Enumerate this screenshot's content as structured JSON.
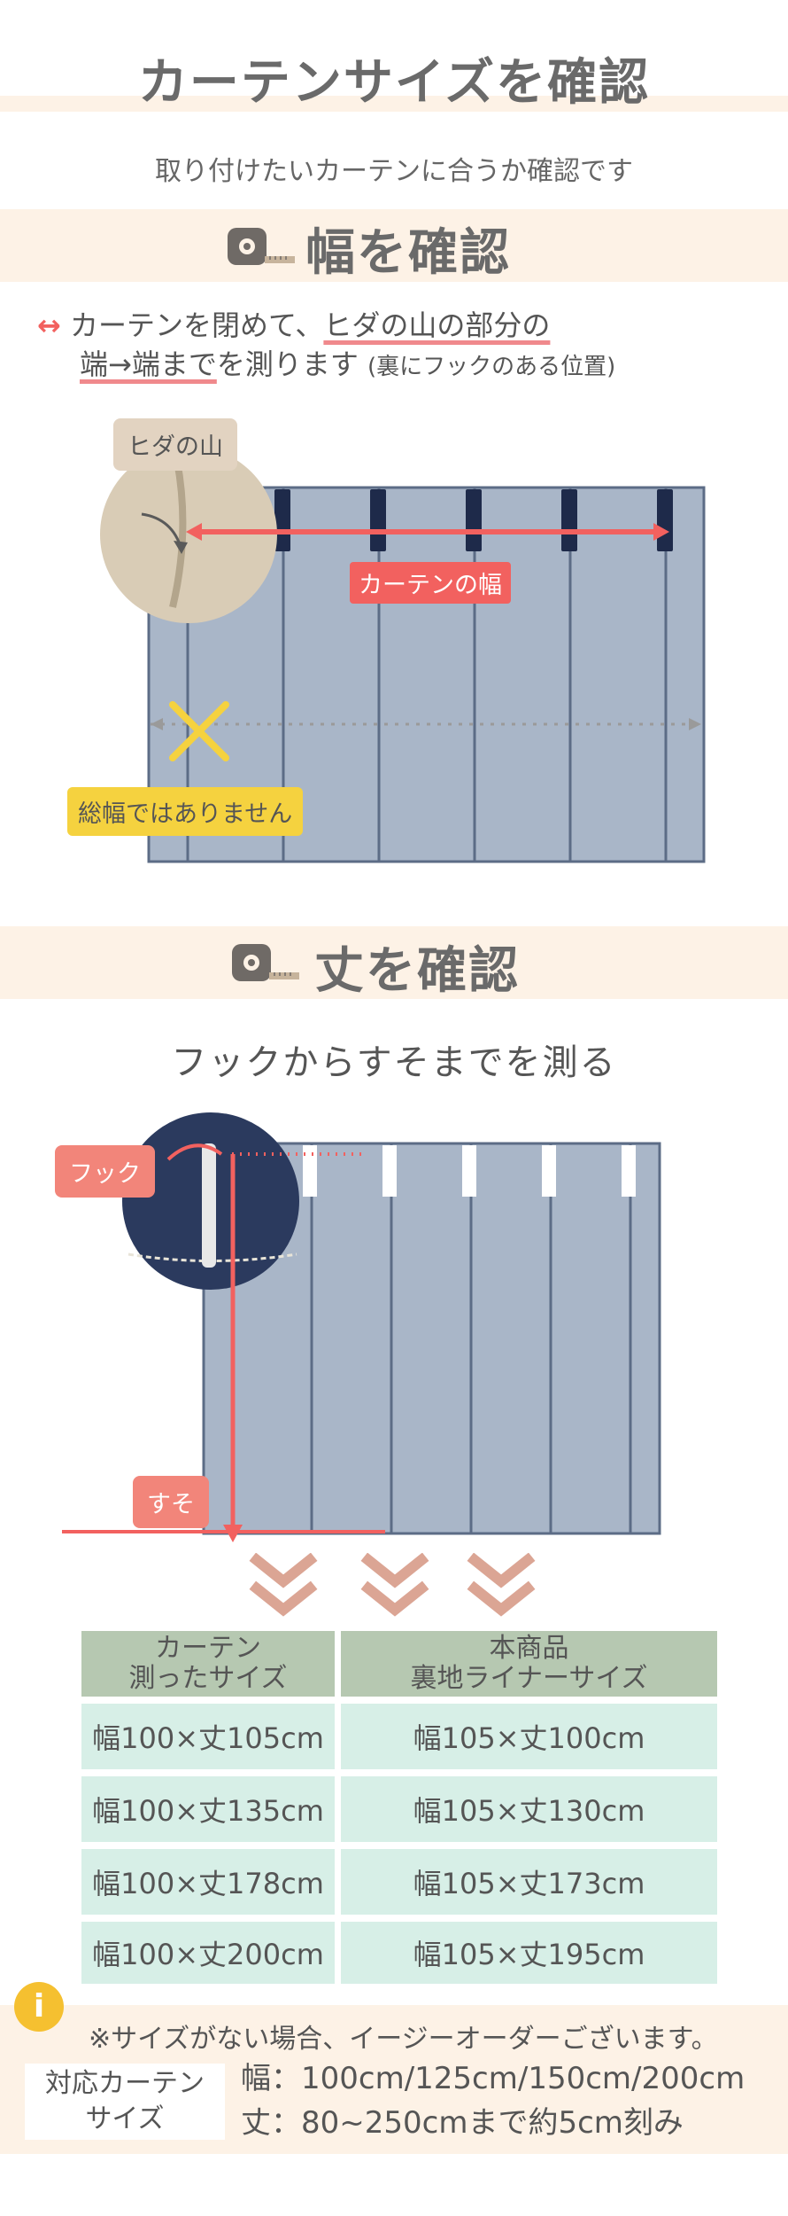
{
  "header": {
    "title": "カーテンサイズを確認",
    "subtitle": "取り付けたいカーテンに合うか確認です"
  },
  "width_section": {
    "title": "幅を確認",
    "instruction": {
      "arrow": "↔",
      "part1": "カーテンを閉めて、",
      "highlight1": "ヒダの山の部分の",
      "highlight2": "端→端まで",
      "part2": "を測ります",
      "note": "(裏にフックのある位置)"
    },
    "pleat_label": "ヒダの山",
    "curtain_width_label": "カーテンの幅",
    "not_total_width_label": "総幅ではありません",
    "cross_mark": "✕"
  },
  "length_section": {
    "title": "丈を確認",
    "subtitle": "フックからすそまでを測る",
    "hook_label": "フック",
    "hem_label": "すそ"
  },
  "size_table": {
    "headers": [
      [
        "カーテン",
        "測ったサイズ"
      ],
      [
        "本商品",
        "裏地ライナーサイズ"
      ]
    ],
    "rows": [
      [
        "幅100×丈105cm",
        "幅105×丈100cm"
      ],
      [
        "幅100×丈135cm",
        "幅105×丈130cm"
      ],
      [
        "幅100×丈178cm",
        "幅105×丈173cm"
      ],
      [
        "幅100×丈200cm",
        "幅105×丈195cm"
      ]
    ]
  },
  "footer": {
    "info_icon_glyph": "i",
    "note": "※サイズがない場合、イージーオーダーございます。",
    "spec_label_line1": "対応カーテン",
    "spec_label_line2": "サイズ",
    "width_spec": "幅：100cm/125cm/150cm/200cm",
    "length_spec": "丈：80~250cmまで約5cm刻み"
  },
  "colors": {
    "band": "#fdf2e6",
    "accent_red": "#f2615f",
    "accent_yellow": "#f5d23f",
    "curtain": "#a9b6c8",
    "curtain_dark": "#1e2a4a",
    "chevron": "#dba594",
    "table_head": "#b6c8b1",
    "table_cell": "#d7efe7"
  }
}
